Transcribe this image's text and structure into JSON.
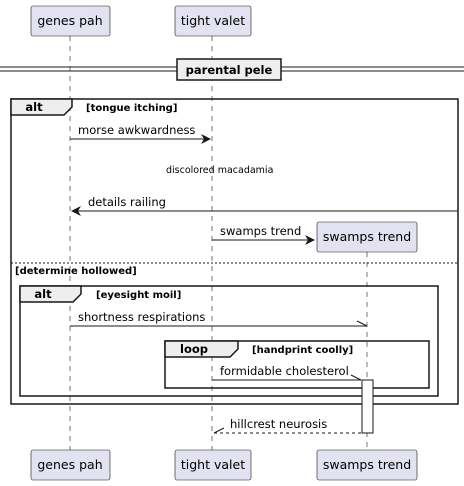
{
  "participants": {
    "p1": "genes pah",
    "p2": "tight valet",
    "p3": "swamps trend"
  },
  "divider": {
    "label": "parental pele"
  },
  "alt_outer": {
    "keyword": "alt",
    "guard1": "[tongue itching]",
    "guard2": "[determine hollowed]"
  },
  "alt_inner": {
    "keyword": "alt",
    "guard": "[eyesight moil]"
  },
  "loop": {
    "keyword": "loop",
    "guard": "[handprint coolly]"
  },
  "messages": {
    "m1": "morse awkwardness",
    "m2": "discolored macadamia",
    "m3": "details railing",
    "m4": "swamps trend",
    "m5": "shortness respirations",
    "m6": "formidable cholesterol",
    "m7": "hillcrest neurosis"
  }
}
